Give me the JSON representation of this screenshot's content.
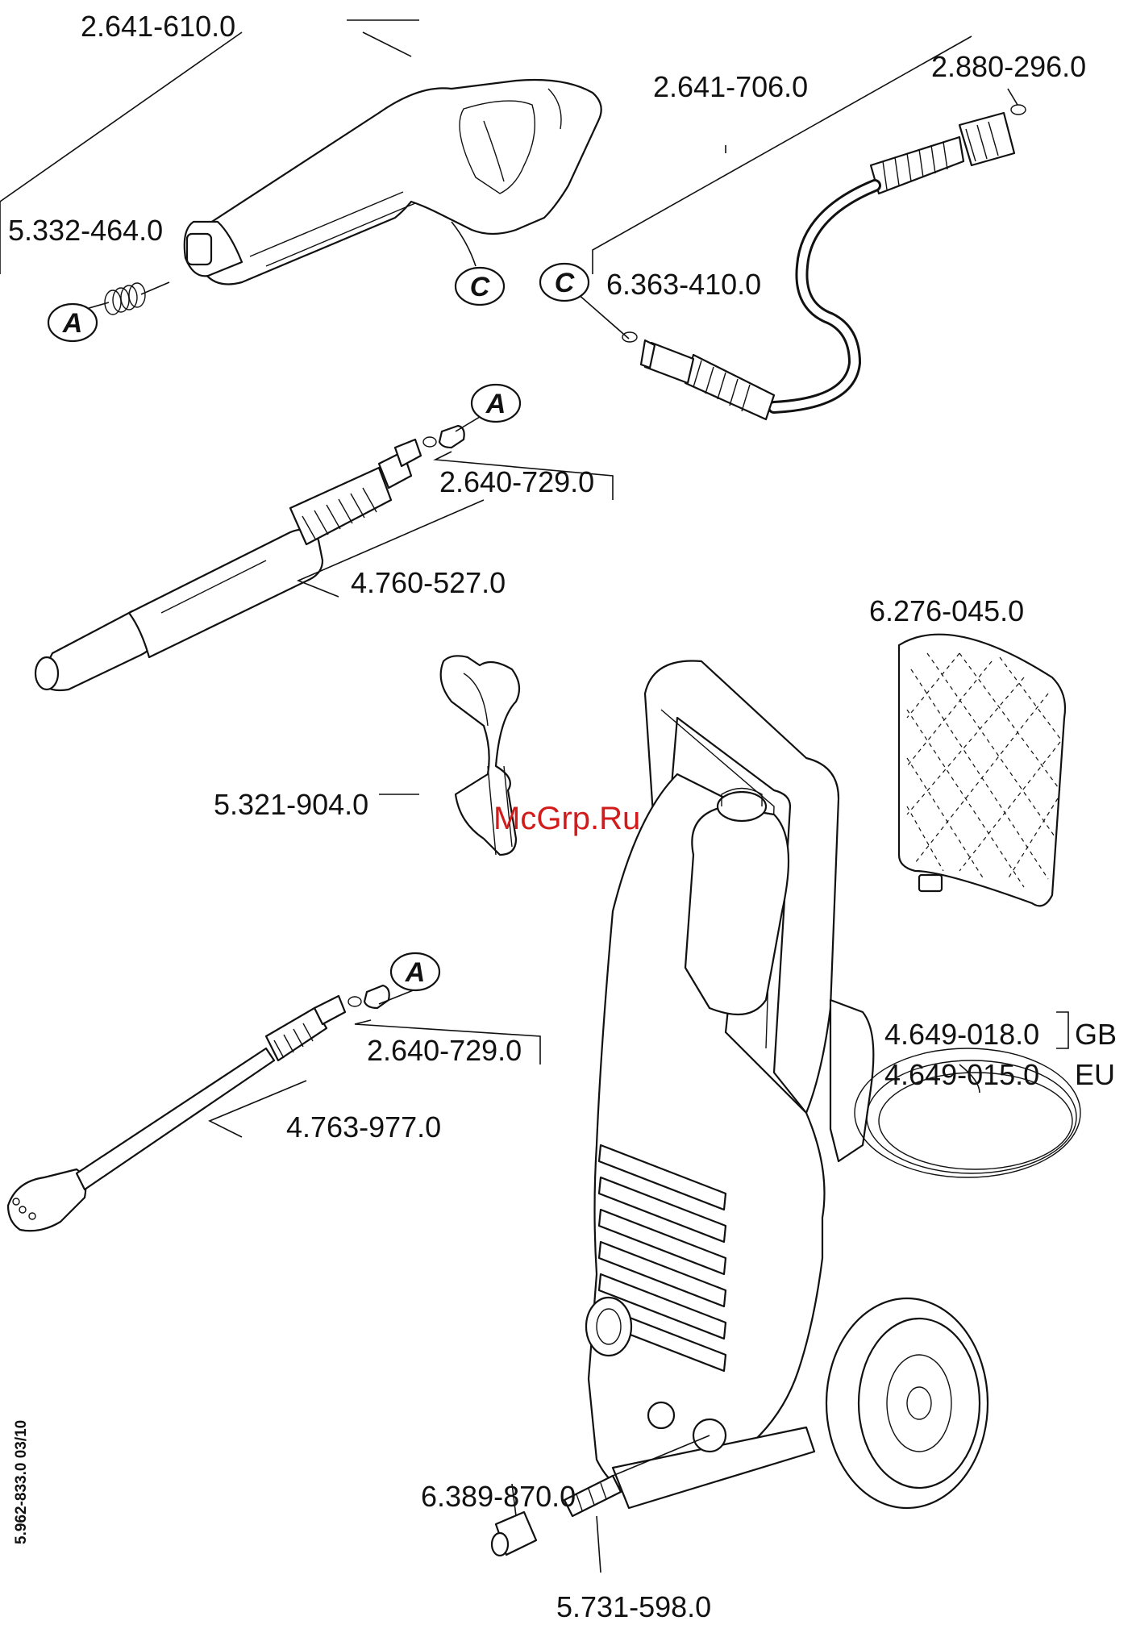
{
  "parts": {
    "trigger_gun": "2.641-610.0",
    "spring": "5.332-464.0",
    "hose": "2.641-706.0",
    "hose_oring_top": "2.880-296.0",
    "hose_oring_bottom": "6.363-410.0",
    "nozzle_oring_1": "2.640-729.0",
    "vario_lance": "4.760-527.0",
    "lance_holder": "5.321-904.0",
    "filter_net": "6.276-045.0",
    "power_cord_gb": "4.649-018.0",
    "power_cord_eu": "4.649-015.0",
    "nozzle_oring_2": "2.640-729.0",
    "dirt_blaster": "4.763-977.0",
    "water_coupling": "6.389-870.0",
    "water_filter": "5.731-598.0"
  },
  "region_gb": "GB",
  "region_eu": "EU",
  "markers": {
    "a": "A",
    "c": "C"
  },
  "watermark": "McGrp.Ru",
  "doc_code": "5.962-833.0  03/10",
  "colors": {
    "line": "#111111",
    "watermark": "#d21c1c",
    "background": "#ffffff"
  }
}
